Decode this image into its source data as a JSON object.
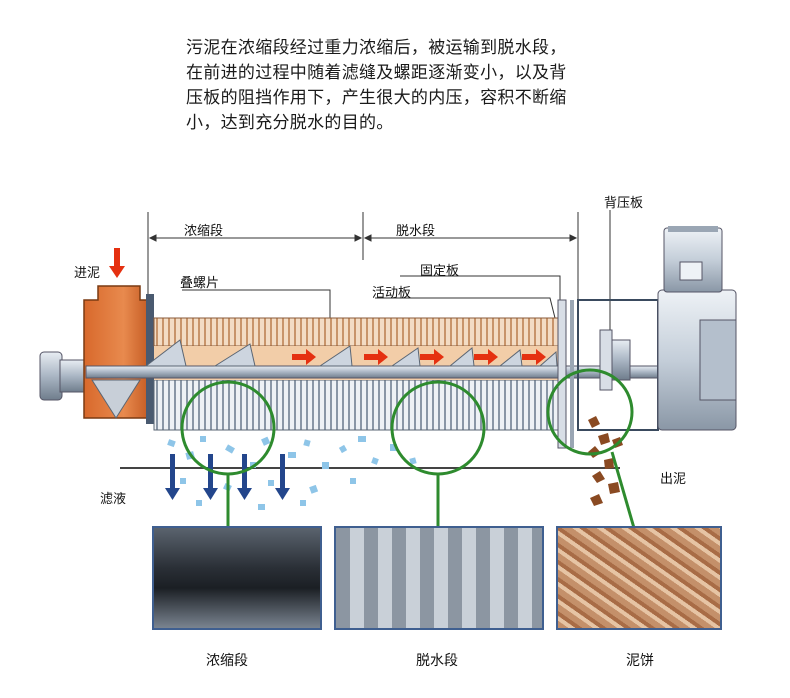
{
  "intro": {
    "lines": [
      "污泥在浓缩段经过重力浓缩后，被运输到脱水段，",
      "在前进的过程中随着滤缝及螺距逐渐变小，以及背",
      "压板的阻挡作用下，产生很大的内压，容积不断缩",
      "小，达到充分脱水的目的。"
    ]
  },
  "labels": {
    "inlet": "进泥",
    "thickening_zone": "浓缩段",
    "dewatering_zone": "脱水段",
    "back_plate": "背压板",
    "fixed_plate": "固定板",
    "stacked_screw": "叠螺片",
    "moving_plate": "活动板",
    "filtrate": "滤液",
    "sludge_out": "出泥"
  },
  "captions": [
    "浓缩段",
    "脱水段",
    "泥饼"
  ],
  "colors": {
    "hopper": "#e07a3c",
    "screw_body": "#f0c4a0",
    "ring": "#2e8b2e",
    "arrow_red": "#e53010",
    "arrow_blue": "#23468c",
    "water": "#8ec5e8",
    "sludge": "#8a4a22",
    "motor": "#bfc9d6"
  }
}
